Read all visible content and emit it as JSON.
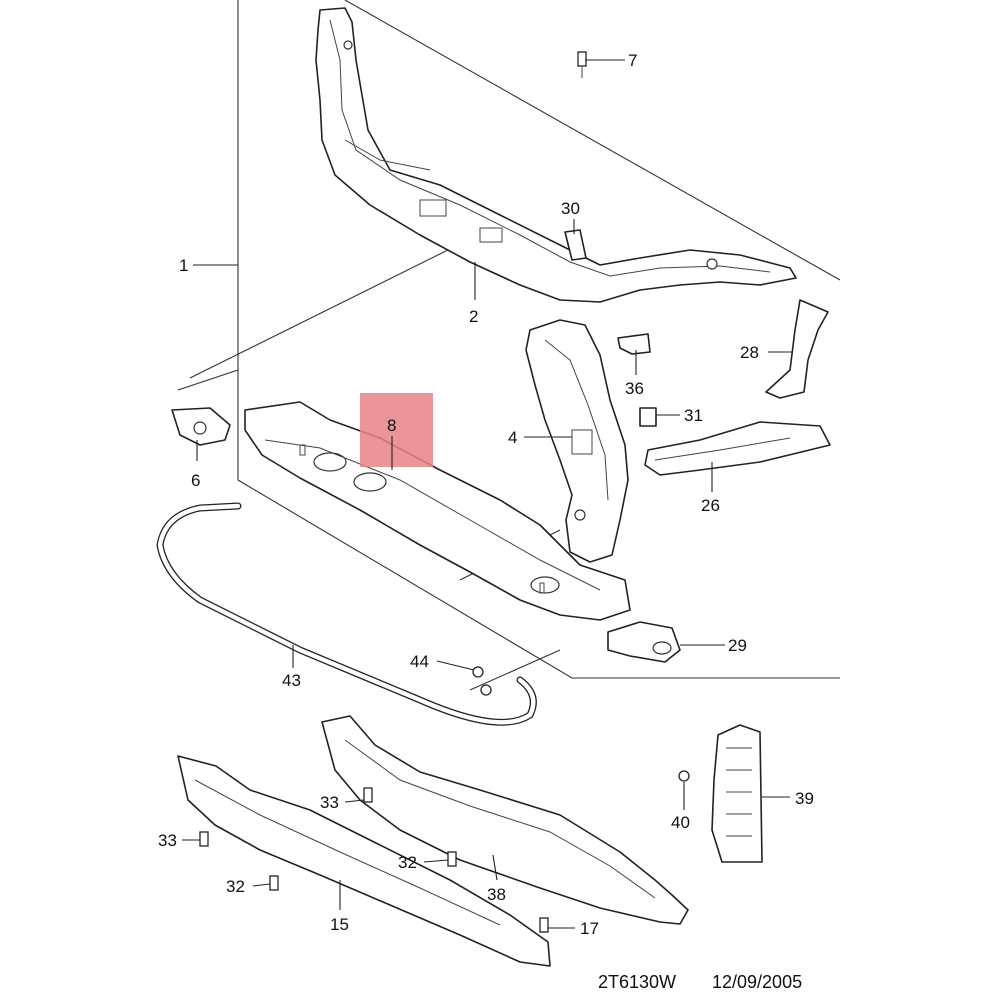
{
  "diagram": {
    "highlight": {
      "label": "8",
      "color": "#e8828a"
    },
    "callouts": [
      "1",
      "2",
      "4",
      "6",
      "7",
      "30",
      "28",
      "36",
      "31",
      "26",
      "29",
      "44",
      "43",
      "33",
      "33",
      "32",
      "32",
      "38",
      "17",
      "15",
      "39",
      "40"
    ],
    "footer": {
      "code": "2T6130W",
      "date": "12/09/2005"
    }
  }
}
